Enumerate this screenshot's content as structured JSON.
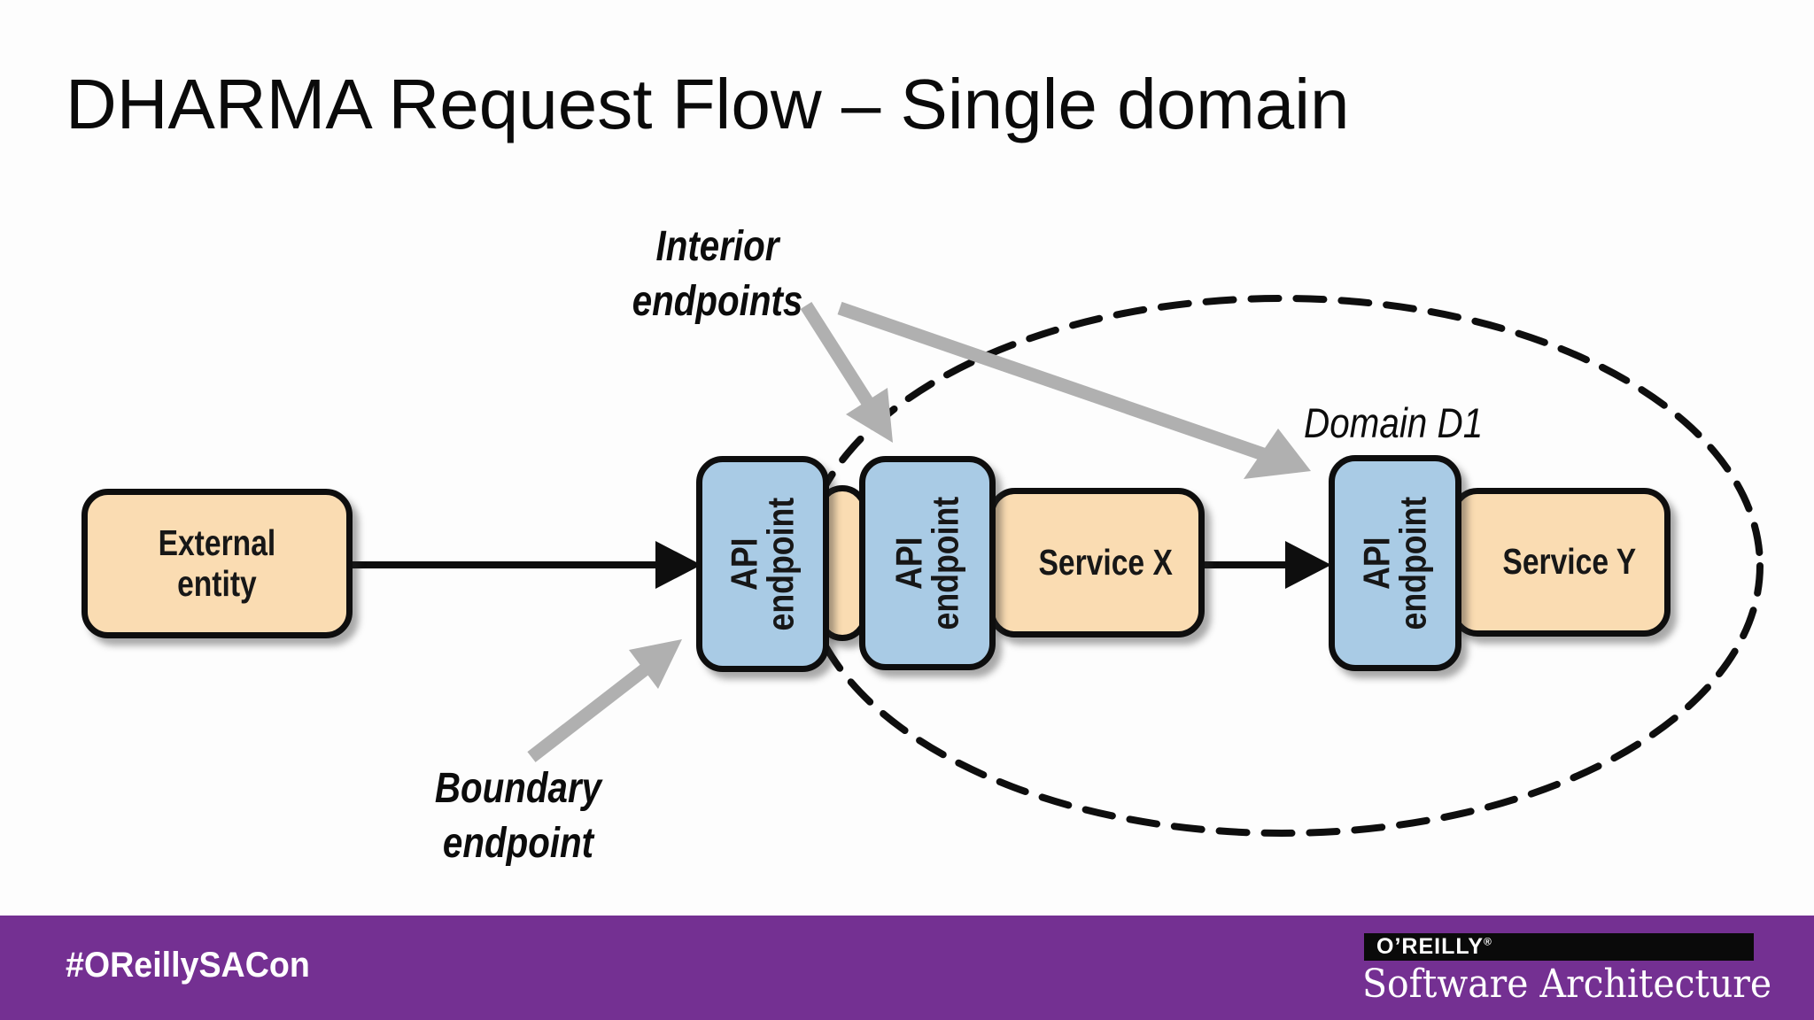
{
  "slide": {
    "title": "DHARMA Request Flow – Single domain"
  },
  "diagram": {
    "nodes": {
      "external_entity": {
        "line1": "External",
        "line2": "entity"
      },
      "boundary_api_endpoint": {
        "line1": "API",
        "line2": "endpoint"
      },
      "interior_api_endpoint_x": {
        "line1": "API",
        "line2": "endpoint"
      },
      "service_x": {
        "label": "Service X"
      },
      "interior_api_endpoint_y": {
        "line1": "API",
        "line2": "endpoint"
      },
      "service_y": {
        "label": "Service Y"
      }
    },
    "annotations": {
      "interior_endpoints": {
        "line1": "Interior",
        "line2": "endpoints"
      },
      "boundary_endpoint": {
        "line1": "Boundary",
        "line2": "endpoint"
      },
      "domain": {
        "label": "Domain D1"
      }
    },
    "colors": {
      "node_fill_tan": "#FADCB2",
      "node_fill_blue": "#A9CBE5",
      "node_border": "#0E0E0E",
      "annotation_arrow_gray": "#B0B0B0",
      "flow_arrow_black": "#0E0E0E"
    }
  },
  "footer": {
    "background": "#743092",
    "hashtag": "#OReillySACon",
    "brand": "O’REILLY",
    "brand_mark": "®",
    "product": "Software Architecture"
  }
}
